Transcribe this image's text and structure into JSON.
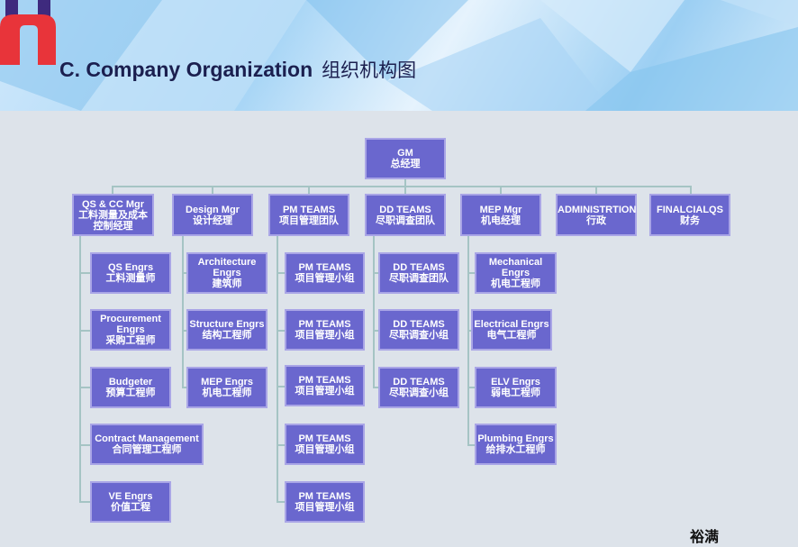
{
  "header": {
    "title_en": "C. Company Organization",
    "title_cn": "组织机构图"
  },
  "gm": {
    "en": "GM",
    "cn": "总经理"
  },
  "managers": [
    {
      "en": "QS & CC Mgr",
      "cn": "工料测量及成本控制经理"
    },
    {
      "en": "Design Mgr",
      "cn": "设计经理"
    },
    {
      "en": "PM TEAMS",
      "cn": "项目管理团队"
    },
    {
      "en": "DD TEAMS",
      "cn": "尽职调查团队"
    },
    {
      "en": "MEP Mgr",
      "cn": "机电经理"
    },
    {
      "en": "ADMINISTRTION",
      "cn": "行政"
    },
    {
      "en": "FINALCIALQS",
      "cn": "财务"
    }
  ],
  "qs": [
    {
      "en": "QS Engrs",
      "cn": "工料测量师"
    },
    {
      "en": "Procurement Engrs",
      "cn": "采购工程师"
    },
    {
      "en": "Budgeter",
      "cn": "预算工程师"
    },
    {
      "en": "Contract Management",
      "cn": "合同管理工程师"
    },
    {
      "en": "VE Engrs",
      "cn": "价值工程"
    }
  ],
  "design": [
    {
      "en": "Architecture Engrs",
      "cn": "建筑师"
    },
    {
      "en": "Structure Engrs",
      "cn": "结构工程师"
    },
    {
      "en": "MEP Engrs",
      "cn": "机电工程师"
    }
  ],
  "pm": [
    {
      "en": "PM TEAMS",
      "cn": "项目管理小组"
    },
    {
      "en": "PM TEAMS",
      "cn": "项目管理小组"
    },
    {
      "en": "PM TEAMS",
      "cn": "项目管理小组"
    },
    {
      "en": "PM TEAMS",
      "cn": "项目管理小组"
    },
    {
      "en": "PM TEAMS",
      "cn": "项目管理小组"
    }
  ],
  "dd": [
    {
      "en": "DD TEAMS",
      "cn": "尽职调查团队"
    },
    {
      "en": "DD TEAMS",
      "cn": "尽职调查小组"
    },
    {
      "en": "DD TEAMS",
      "cn": "尽职调查小组"
    }
  ],
  "mep": [
    {
      "en": "Mechanical Engrs",
      "cn": "机电工程师"
    },
    {
      "en": "Electrical Engrs",
      "cn": "电气工程师"
    },
    {
      "en": "ELV Engrs",
      "cn": "弱电工程师"
    },
    {
      "en": "Plumbing Engrs",
      "cn": "给排水工程师"
    }
  ],
  "footer": {
    "signature": "裕满"
  }
}
